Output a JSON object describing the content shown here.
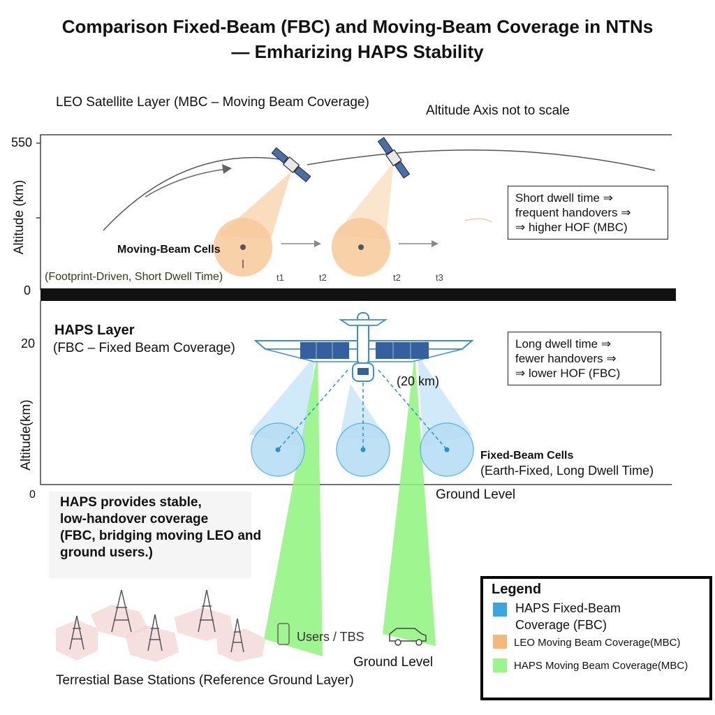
{
  "title": {
    "line1": "Comparison Fixed-Beam (FBC) and Moving-Beam Coverage in NTNs",
    "line2": "— Emharizing HAPS Stability"
  },
  "leo": {
    "layer_label": "LEO Satellite Layer (MBC – Moving Beam Coverage)",
    "axis_note": "Altitude Axis not to scale",
    "tick_top": "550",
    "tick_zero": "0",
    "axis_label": "Altitude (km)",
    "cells_label": "Moving-Beam Cells",
    "cells_sub": "(Footprint-Driven, Short Dwell Time)",
    "time_labels": [
      "t1",
      "t2",
      "t2",
      "t3"
    ],
    "note_box": [
      "Short dwell time ⇒",
      "frequent handovers ⇒",
      "⇒ higher HOF (MBC)"
    ]
  },
  "haps": {
    "layer_label": "HAPS Layer",
    "layer_sub": "(FBC – Fixed Beam Coverage)",
    "tick_20": "20",
    "tick_0": "0",
    "axis_label": "Altitude(km)",
    "altitude_note": "(20 km)",
    "cells_label": "Fixed-Beam Cells",
    "cells_sub": "(Earth-Fixed, Long Dwell Time)",
    "ground_label": "Ground Level",
    "note_box": [
      "Long dwell time ⇒",
      "fewer handovers ⇒",
      "⇒ lower HOF (FBC)"
    ],
    "stability_text": [
      "HAPS provides stable,",
      "low-handover coverage",
      "(FBC, bridging moving LEO and",
      "ground users.)"
    ]
  },
  "ground": {
    "users_label": "Users / TBS",
    "ground_label": "Ground Level",
    "terrestrial_label": "Terrestial Base Stations (Reference Ground Layer)"
  },
  "legend": {
    "title": "Legend",
    "items": [
      {
        "label_line1": "HAPS Fixed-Beam",
        "label_line2": "Coverage (FBC)",
        "color": "#3aa6e0"
      },
      {
        "label_line1": "LEO Moving Beam Coverage(MBC)",
        "label_line2": "",
        "color": "#f5b87a"
      },
      {
        "label_line1": "HAPS Moving Beam Coverage(MBC)",
        "label_line2": "",
        "color": "#9af58a"
      }
    ]
  },
  "colors": {
    "fbc_blue": "#3aa6e0",
    "leo_orange": "#f5b87a",
    "haps_green": "#8ef57c"
  }
}
